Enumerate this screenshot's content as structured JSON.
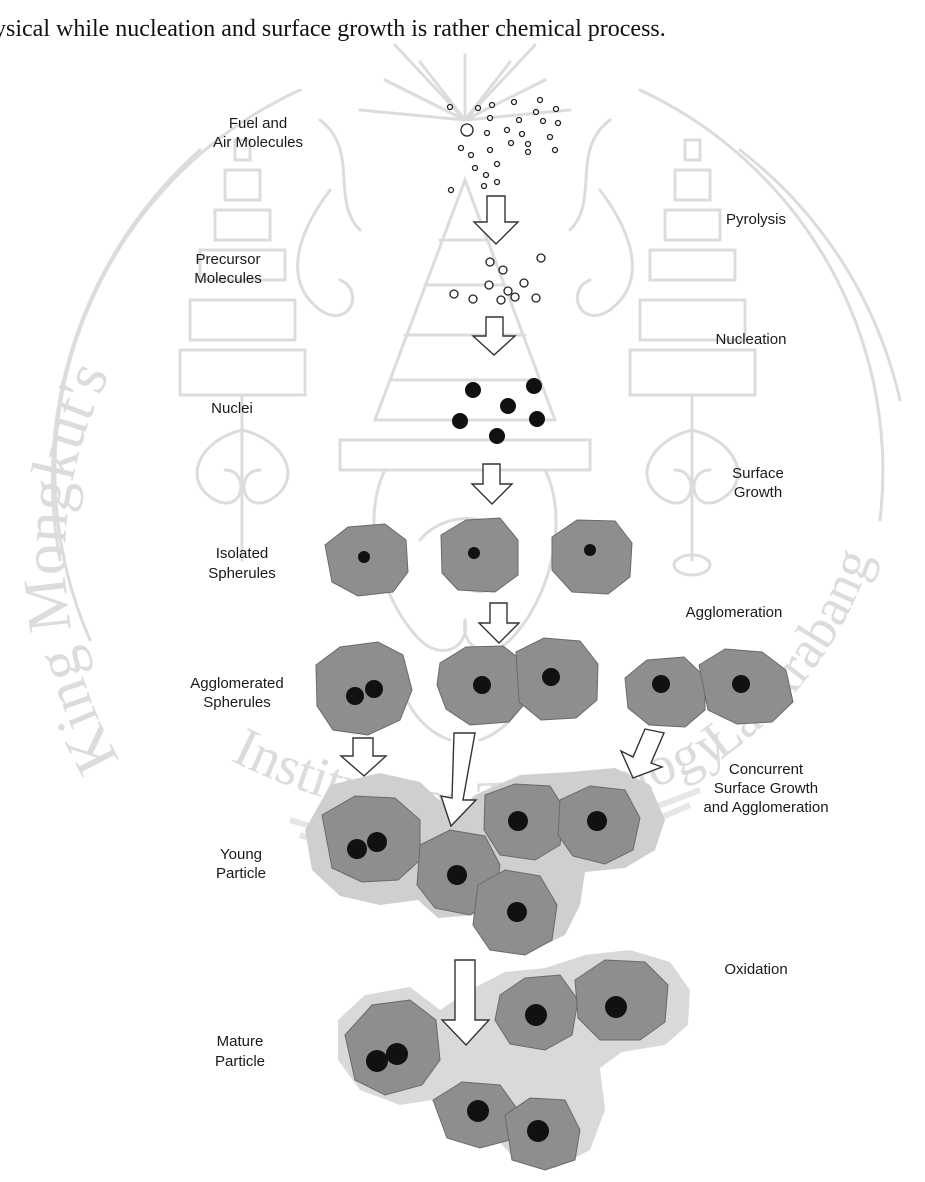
{
  "intro_text": "ysical while nucleation and surface growth is rather chemical process.",
  "watermark": {
    "text": "King Mongkut's Institute of Technology Ladkrabang",
    "left_arc": "King Mongkut's",
    "bottom_arc": "Institute of Technology",
    "right_arc": "Ladkrabang"
  },
  "diagram": {
    "left_labels": {
      "fuel_air_1": "Fuel and",
      "fuel_air_2": "Air Molecules",
      "precursor_1": "Precursor",
      "precursor_2": "Molecules",
      "nuclei": "Nuclei",
      "isolated_1": "Isolated",
      "isolated_2": "Spherules",
      "agglomerated_1": "Agglomerated",
      "agglomerated_2": "Spherules",
      "young_1": "Young",
      "young_2": "Particle",
      "mature_1": "Mature",
      "mature_2": "Particle"
    },
    "right_labels": {
      "pyrolysis": "Pyrolysis",
      "nucleation": "Nucleation",
      "surface_growth_1": "Surface",
      "surface_growth_2": "Growth",
      "agglomeration": "Agglomeration",
      "concurrent_1": "Concurrent",
      "concurrent_2": "Surface Growth",
      "concurrent_3": "and Agglomeration",
      "oxidation": "Oxidation"
    }
  }
}
